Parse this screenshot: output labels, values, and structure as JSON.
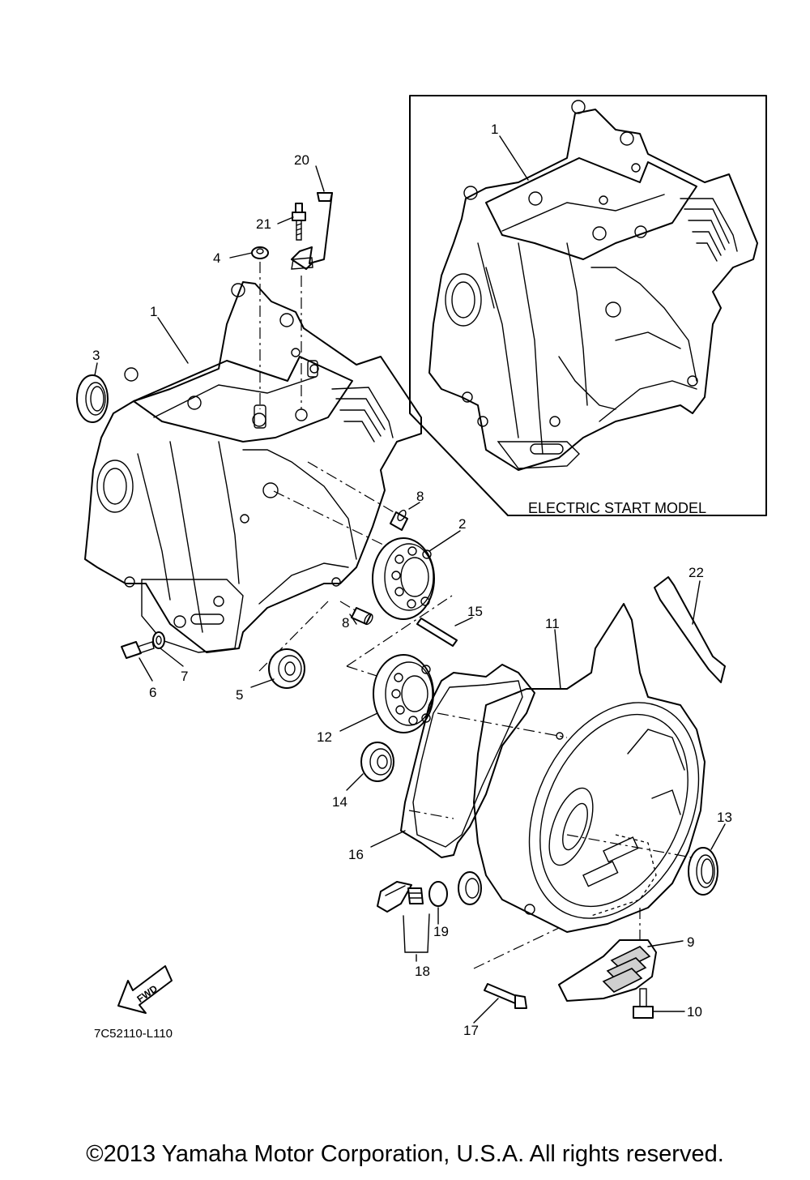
{
  "diagram": {
    "box_label": "ELECTRIC START MODEL",
    "figure_code": "7C52110-L110",
    "fwd_label": "FWD",
    "callouts": {
      "c1_main": "1",
      "c1_inset": "1",
      "c2": "2",
      "c3": "3",
      "c4": "4",
      "c5": "5",
      "c6": "6",
      "c7": "7",
      "c8_upper": "8",
      "c8_lower": "8",
      "c9": "9",
      "c10": "10",
      "c11": "11",
      "c12": "12",
      "c13": "13",
      "c14": "14",
      "c15": "15",
      "c16": "16",
      "c17": "17",
      "c18": "18",
      "c19": "19",
      "c20": "20",
      "c21": "21",
      "c22": "22"
    }
  },
  "footer": {
    "copyright": "©2013 Yamaha Motor Corporation, U.S.A. All rights reserved."
  }
}
